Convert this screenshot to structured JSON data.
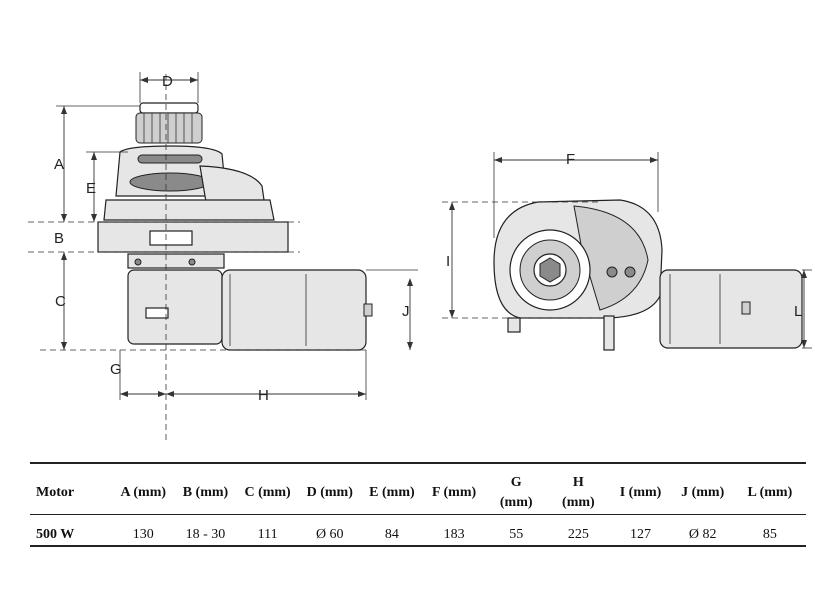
{
  "dimension_letters": {
    "A": "A",
    "B": "B",
    "C": "C",
    "D": "D",
    "E": "E",
    "F": "F",
    "G": "G",
    "H": "H",
    "I": "I",
    "J": "J",
    "L": "L"
  },
  "table": {
    "headers": {
      "motor": "Motor",
      "A": "A (mm)",
      "B": "B (mm)",
      "C": "C (mm)",
      "D": "D (mm)",
      "E": "E (mm)",
      "F": "F (mm)",
      "G_line1": "G",
      "G_line2": "(mm)",
      "H_line1": "H",
      "H_line2": "(mm)",
      "I": "I (mm)",
      "J": "J (mm)",
      "L": "L (mm)"
    },
    "row": {
      "motor": "500 W",
      "A": "130",
      "B": "18 - 30",
      "C": "111",
      "D": "Ø 60",
      "E": "84",
      "F": "183",
      "G": "55",
      "H": "225",
      "I": "127",
      "J": "Ø 82",
      "L": "85"
    }
  }
}
